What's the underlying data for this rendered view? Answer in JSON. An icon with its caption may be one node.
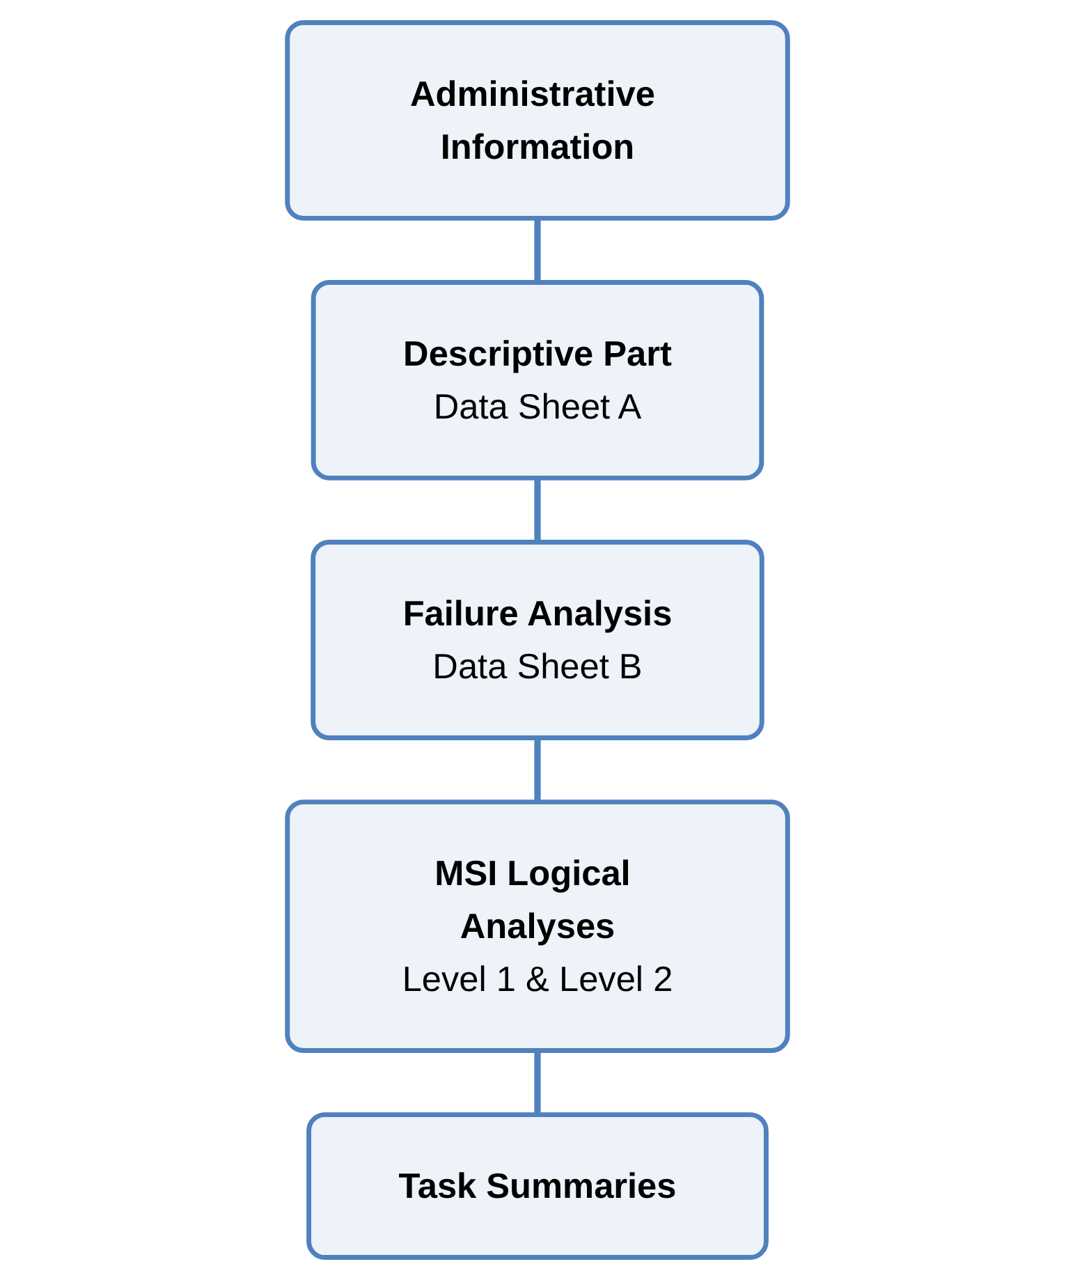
{
  "diagram": {
    "nodes": [
      {
        "text": [
          "Administrative Information"
        ]
      },
      {
        "text": [
          "Descriptive Part",
          "Data Sheet A"
        ]
      },
      {
        "text": [
          "Failure Analysis",
          "Data Sheet B"
        ]
      },
      {
        "text": [
          "MSI Logical Analyses",
          "Level 1 & Level 2"
        ]
      },
      {
        "text": [
          "Task Summaries"
        ]
      }
    ],
    "edges": [
      {
        "from": 0,
        "to": 1,
        "arrow": "none"
      },
      {
        "from": 1,
        "to": 2,
        "arrow": "none"
      },
      {
        "from": 2,
        "to": 3,
        "arrow": "none"
      },
      {
        "from": 3,
        "to": 4,
        "arrow": "none"
      }
    ]
  }
}
